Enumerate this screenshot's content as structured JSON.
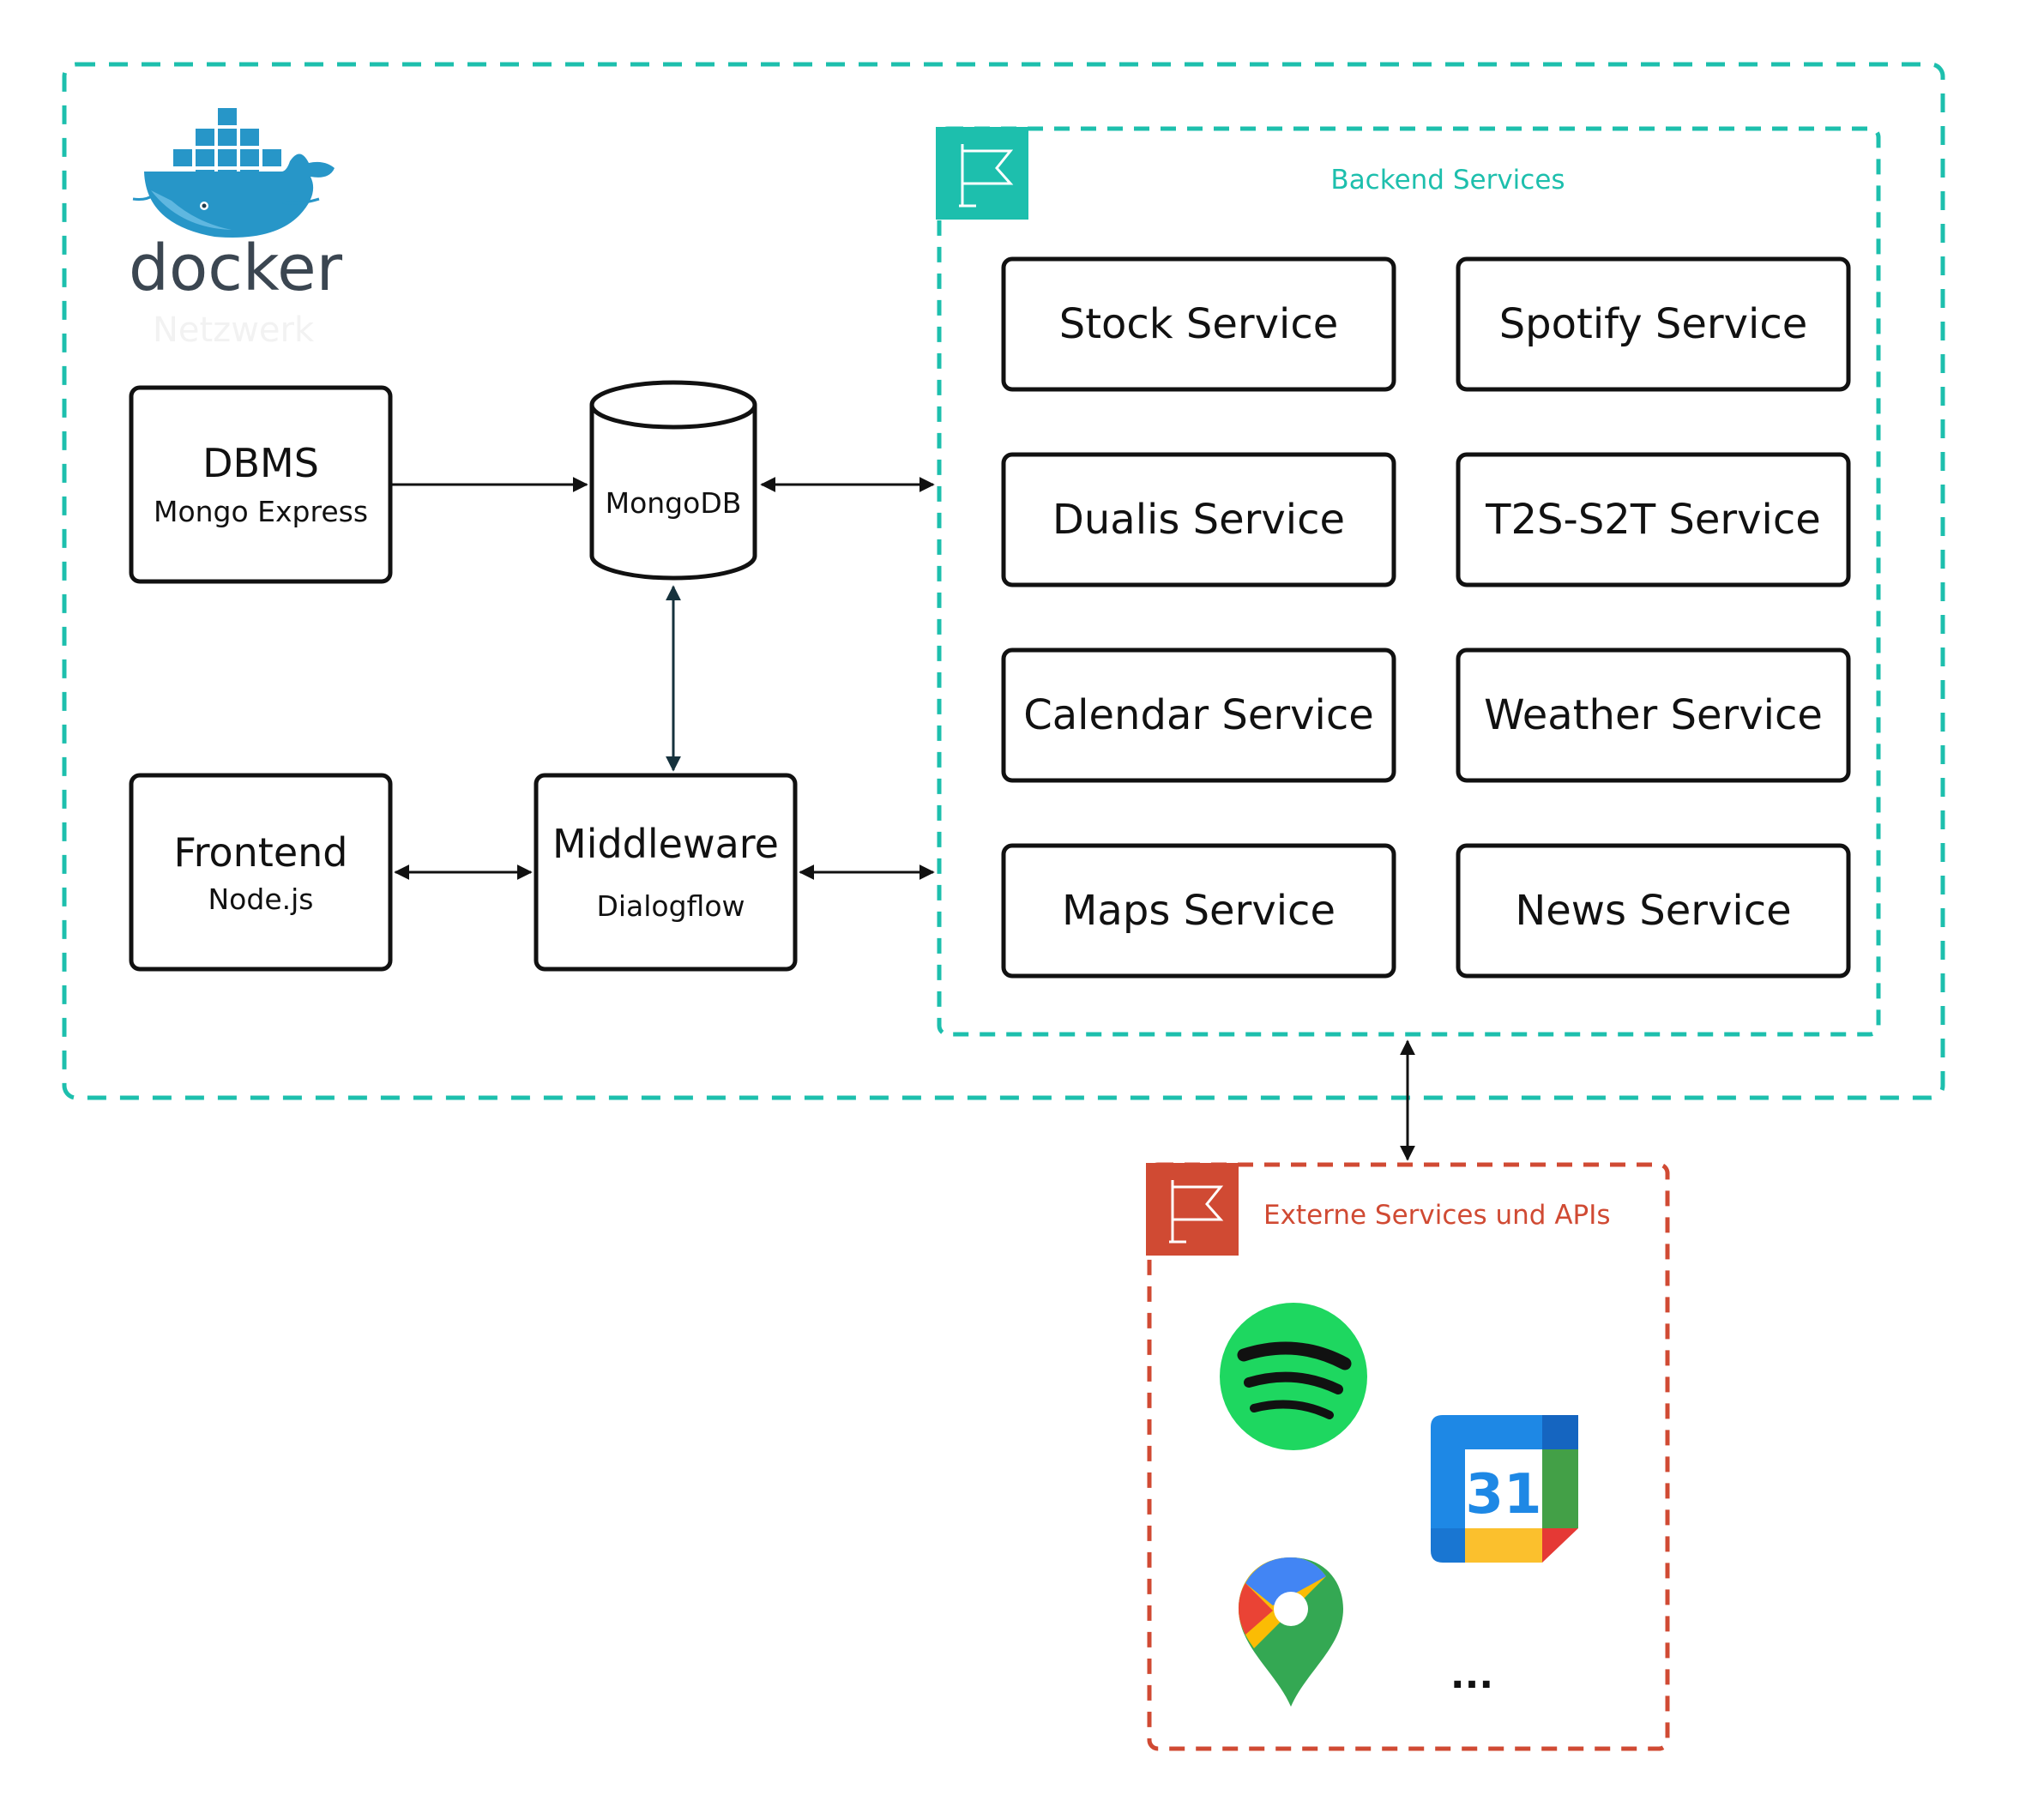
{
  "colors": {
    "docker_network": "#1dbfad",
    "backend_group": "#1dbfad",
    "external_group": "#d04a33",
    "box_stroke": "#111111",
    "arrow": "#111111",
    "arrow_dark": "#16323d"
  },
  "docker": {
    "logo_text": "docker",
    "network_label": "Netzwerk",
    "logo_icon": "docker-whale-icon"
  },
  "components": {
    "dbms": {
      "title": "DBMS",
      "subtitle": "Mongo Express"
    },
    "mongodb": {
      "title": "MongoDB"
    },
    "frontend": {
      "title": "Frontend",
      "subtitle": "Node.js"
    },
    "middleware": {
      "title": "Middleware",
      "subtitle": "Dialogflow"
    }
  },
  "backend": {
    "label": "Backend Services",
    "icon": "flag-icon",
    "services": [
      "Stock Service",
      "Spotify Service",
      "Dualis Service",
      "T2S-S2T Service",
      "Calendar Service",
      "Weather Service",
      "Maps Service",
      "News Service"
    ]
  },
  "external": {
    "label": "Externe Services und APIs",
    "icon": "flag-icon",
    "logos": [
      "spotify-logo-icon",
      "google-calendar-icon",
      "google-maps-icon"
    ],
    "calendar_day": "31",
    "ellipsis": "..."
  }
}
